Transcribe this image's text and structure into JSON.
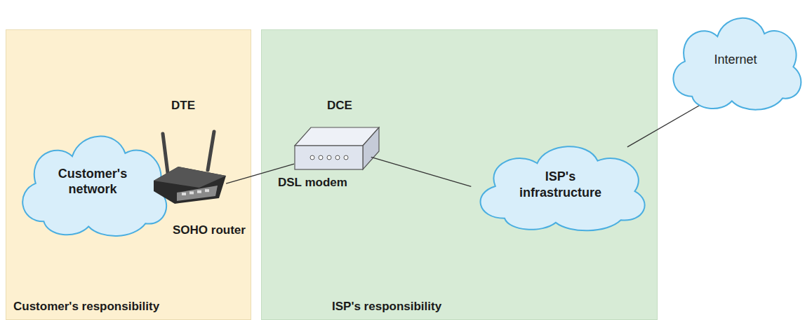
{
  "diagram": {
    "nodes": [
      {
        "text": [
          "Customer's responsibility"
        ]
      },
      {
        "text": [
          "Customer's network"
        ],
        "in": 0
      },
      {
        "text": [
          "DTE",
          "SOHO router"
        ],
        "in": 0
      },
      {
        "text": [
          "ISP's responsibility"
        ]
      },
      {
        "text": [
          "DCE",
          "DSL modem"
        ],
        "in": 3
      },
      {
        "text": [
          "ISP's infrastructure"
        ],
        "in": 3
      },
      {
        "text": [
          "Internet"
        ]
      }
    ],
    "edges": [
      {
        "from": 2,
        "to": 4,
        "arrow": "none"
      },
      {
        "from": 4,
        "to": 5,
        "arrow": "none"
      },
      {
        "from": 5,
        "to": 6,
        "arrow": "none"
      }
    ]
  }
}
